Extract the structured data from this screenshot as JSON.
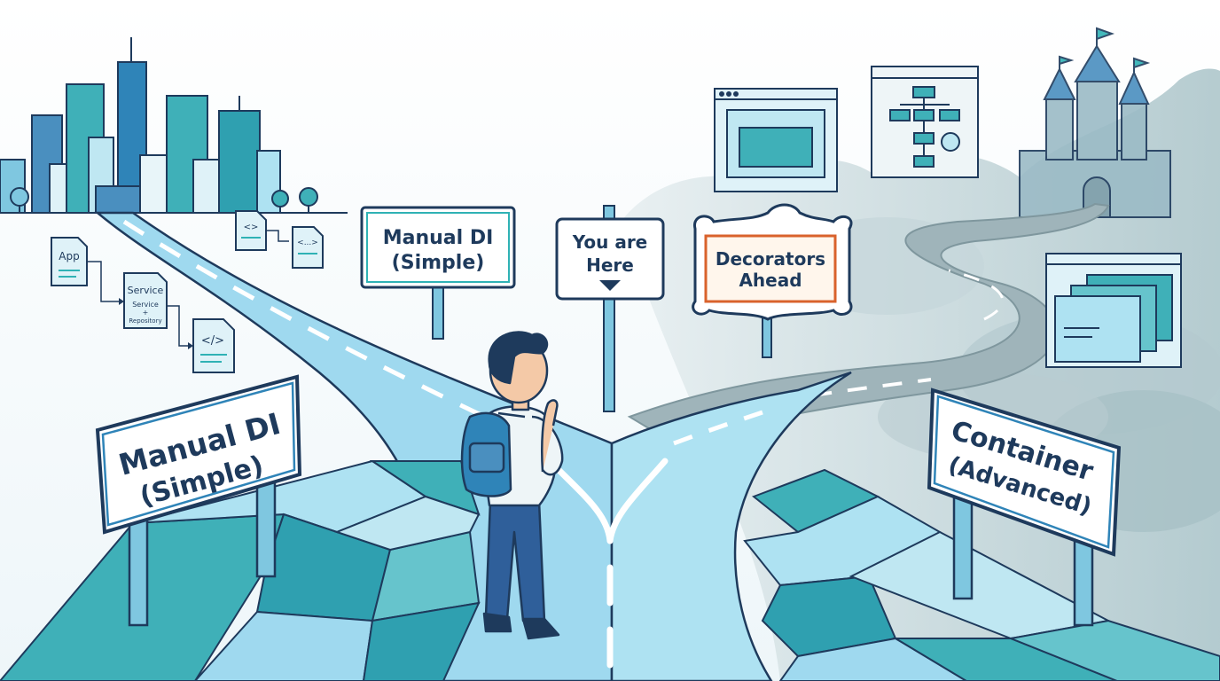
{
  "signs": {
    "left_big": {
      "line1": "Manual DI",
      "line2": "(Simple)"
    },
    "left_small": {
      "line1": "Manual DI",
      "line2": "(Simple)"
    },
    "center": {
      "line1": "You are",
      "line2": "Here"
    },
    "ornate": {
      "line1": "Decorators",
      "line2": "Ahead"
    },
    "right_big": {
      "line1": "Container",
      "line2": "(Advanced)"
    }
  },
  "docs": {
    "app": "App",
    "service": "Service",
    "service_repo_1": "Service",
    "service_repo_2": "+",
    "service_repo_3": "Repository",
    "code_tag": "</>",
    "code_tag_small": "<>",
    "code_tag_dots": "<...>"
  },
  "colors": {
    "navy": "#1e3a5c",
    "teal": "#2fb2b5",
    "light_blue": "#aee2f2",
    "road_blue": "#9fd9ef",
    "fog": "#b9cdd2",
    "orange_frame": "#d9622c"
  }
}
